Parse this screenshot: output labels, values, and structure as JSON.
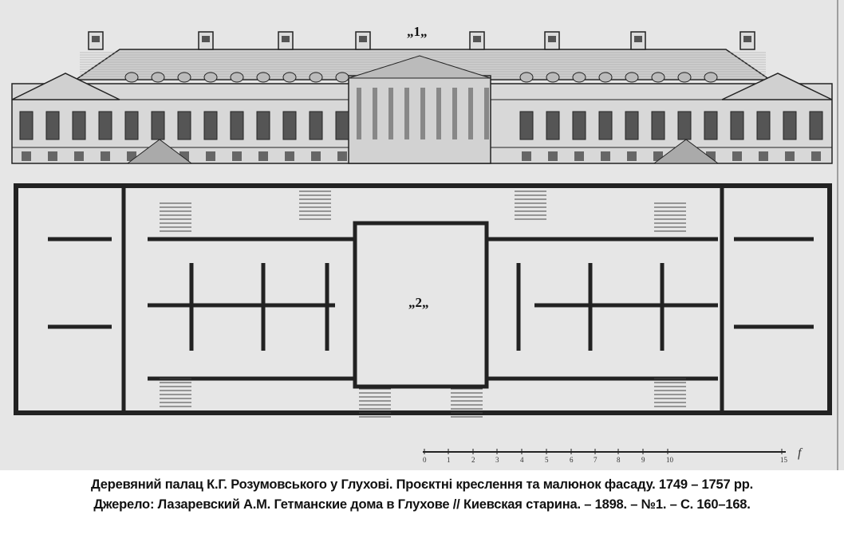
{
  "drawing": {
    "facade_label": "„1„",
    "plan_label": "„2„",
    "scale_ticks": [
      "0",
      "1",
      "2",
      "3",
      "4",
      "5",
      "6",
      "7",
      "8",
      "9",
      "10",
      "15"
    ],
    "scale_unit": "f"
  },
  "caption": {
    "line1": "Деревяний палац К.Г. Розумовського у Глухові. Проєктні креслення та малюнок фасаду. 1749 – 1757 рр.",
    "line2": "Джерело: Лазаревский А.М. Гетманские дома в Глухове // Киевская старина. – 1898. – №1. –  С. 160–168."
  }
}
